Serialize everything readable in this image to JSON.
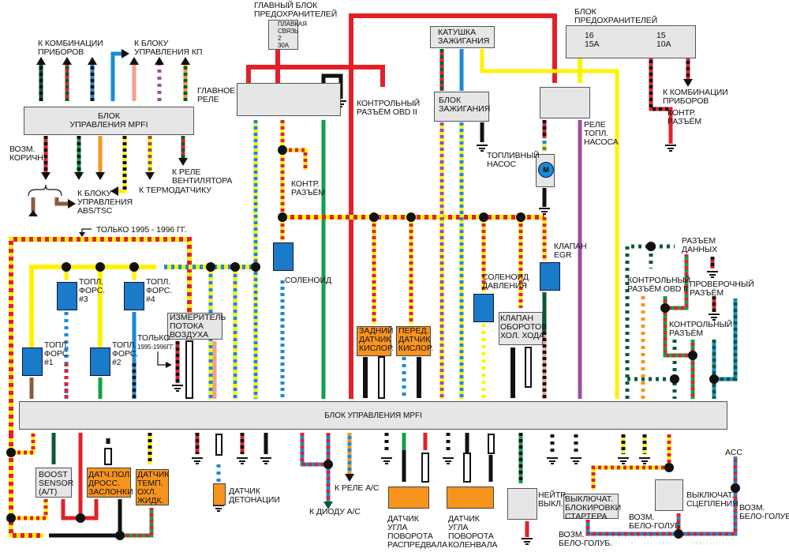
{
  "title": "Блок управления MPFI — схема соединений",
  "colors": {
    "red": "#e3202a",
    "yellow": "#fff200",
    "black": "#111111",
    "blue": "#1a8ad4",
    "green": "#11a04a",
    "darkgreen": "#0a5a30",
    "orange": "#f7941d",
    "pink": "#f0a090",
    "purple": "#9b4ea0",
    "brown": "#8b5a3c",
    "box_grey": "#e6e6e6",
    "injector_blue": "#1a7bc8"
  },
  "top_left": {
    "ecu_label": "БЛОК\nУПРАВЛЕНИЯ MPFI",
    "to_instruments": "К КОМБИНАЦИИ\nПРИБОРОВ",
    "to_tcu": "К БЛОКУ\nУПРАВЛЕНИЯ КП",
    "poss_brown": "ВОЗМ.\nКОРИЧН",
    "to_fan_relay": "К РЕЛЕ\nВЕНТИЛЯТОРА",
    "to_abs": "К БЛОКУ\nУПРАВЛЕНИЯ\nABS/TSC",
    "to_thermo": "К ТЕРМОДАТЧИКУ"
  },
  "top_center": {
    "main_fuse_block": "ГЛАВНЫЙ БЛОК\nПРЕДОХРАНИТЕЛЕЙ",
    "fusible_link": "ПЛАВКАЯ\nСВЯЗЬ\n2\n30A",
    "main_relay": "ГЛАВНОЕ\nРЕЛЕ",
    "obd_connector": "КОНТРОЛЬНЫЙ\nРАЗЪЁМ OBD II",
    "ignition_coil": "КАТУШКА\nЗАЖИГАНИЯ",
    "igniter": "БЛОК\nЗАЖИГАНИЯ",
    "fuel_pump": "ТОПЛИВНЫЙ\nНАСОС",
    "check_connector": "КОНТР.\nРАЗЪЁМ",
    "solenoid": "СОЛЕНОИД",
    "motor_symbol": "M"
  },
  "top_right": {
    "fuse_block": "БЛОК\nПРЕДОХРАНИТЕЛЕЙ",
    "fuse16": "16\n15A",
    "fuse15": "15\n10A",
    "to_instruments": "К КОМБИНАЦИИ\nПРИБОРОВ",
    "check_connector": "КОНТР.\nРАЗЪЁМ",
    "fuel_pump_relay": "РЕЛЕ\nТОПЛ.\nНАСОСА"
  },
  "middle": {
    "only_1995_1996": "ТОЛЬКО 1995 - 1996 гг.",
    "only_short": "ТОЛЬКО",
    "only_years": "1995-1996гг.",
    "injector1": "ТОПЛ.\nФОРС.\n#1",
    "injector2": "ТОПЛ.\nФОРС.\n#2",
    "injector3": "ТОПЛ.\nФОРС.\n#3",
    "injector4": "ТОПЛ.\nФОРС.\n#4",
    "maf": "ИЗМЕРИТЕЛЬ\nПОТОКА\nВОЗДУХА",
    "rear_o2": "ЗАДНИЙ\nДАТЧИК\nКИСЛОР.",
    "front_o2": "ПЕРЕД.\nДАТЧИК\nКИСЛОР.",
    "pressure_solenoid": "СОЛЕНОИД\nДАВЛЕНИЯ",
    "iac_valve": "КЛАПАН\nОБОРОТОВ\nХОЛ. ХОДА",
    "egr_valve": "КЛАПАН\nEGR",
    "data_connector": "РАЗЪЕМ\nДАННЫХ",
    "obd_connector": "КОНТРОЛЬНЫЙ\nРАЗЪЁМ OBD II",
    "test_connector": "ПРОВЕРОЧНЫЙ\nРАЗЪЁМ",
    "check_connector": "КОНТРОЛЬНЫЙ\nРАЗЪЁМ"
  },
  "ecu_main": {
    "label": "БЛОК  УПРАВЛЕНИЯ  MPFI"
  },
  "bottom": {
    "boost_sensor": "BOOST\nSENSOR\n(A/T)",
    "tps": "ДАТЧ.ПОЛ.\nДРОСС.\nЗАСЛОНКИ",
    "coolant_temp": "ДАТЧИК\nТЕМП.\nОХЛ.\nЖИДК.",
    "knock_sensor": "ДАТЧИК\nДЕТОНАЦИИ",
    "to_ac_relay": "К РЕЛЕ A/C",
    "to_ac_diode": "К ДИОДУ A/C",
    "cam_sensor": "ДАТЧИК\nУГЛА\nПОВОРОТА\nРАСПРЕДВАЛА",
    "crank_sensor": "ДАТЧИК\nУГЛА\nПОВОРОТА\nКОЛЕНВАЛА",
    "neutral_switch": "НЕЙТР.\nВЫКЛ.",
    "inhibitor_switch": "ВЫКЛЮЧАТ.\nБЛОКИРОВКИ\nСТАРТЕРА",
    "clutch_switch": "ВЫКЛЮЧАТ.\nСЦЕПЛЕНИЯ",
    "poss_wb1": "ВОЗМ.\nБЕЛО-ГОЛУБ.",
    "poss_wb2": "ВОЗМ.\nБЕЛО-ГОЛУБ",
    "poss_wb3": "ВОЗМ.\nБЕЛО-ГОЛУБ",
    "acc": "ACC"
  }
}
